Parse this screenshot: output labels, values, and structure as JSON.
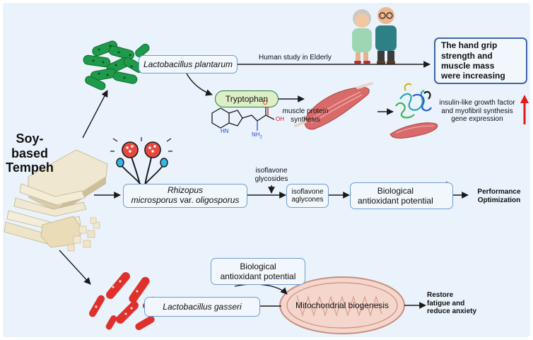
{
  "source": {
    "title_line1": "Soy-based",
    "title_line2": "Tempeh"
  },
  "bacteria": {
    "plantarum": "Lactobacillus plantarum",
    "rhizopus_line1": "Rhizopus",
    "rhizopus_line2_species": "microsporus",
    "rhizopus_line2_rest": " var. ",
    "rhizopus_line2_variety": "oligosporus",
    "gasseri": "Lactobacillus gasseri"
  },
  "labels": {
    "human_study": "Human study in Elderly",
    "tryptophan": "Tryptophan",
    "muscle_protein_line1": "muscle protein",
    "muscle_protein_line2": "synthesis",
    "igf_line1": "insulin-like growth factor",
    "igf_line2": "and myofibril synthesis",
    "igf_line3": "gene expression",
    "isoflavone_glycosides_line1": "isoflavone",
    "isoflavone_glycosides_line2": "glycosides",
    "isoflavone_aglycones_line1": "isoflavone",
    "isoflavone_aglycones_line2": "aglycones",
    "antioxidant_line1": "Biological",
    "antioxidant_line2": "antioxidant potential",
    "performance_line1": "Performance",
    "performance_line2": "Optimization",
    "antioxidant2_line1": "Biological",
    "antioxidant2_line2": "antioxidant potential",
    "mito": "Mitochondrial biogenesis",
    "restore_line1": "Restore",
    "restore_line2": "fatigue and",
    "restore_line3": "reduce anxiety",
    "outcome_line1": "The hand grip",
    "outcome_line2": "strength and",
    "outcome_line3": "muscle mass",
    "outcome_line4": "were increasing"
  },
  "chem": {
    "nh": "HN",
    "o": "O",
    "oh": "OH",
    "nh2": "NH",
    "nh2_sub": "2"
  },
  "colors": {
    "panel_bg": "#eaf3fb",
    "box_border": "#6f9ccf",
    "increase_arrow": "#e01b1b",
    "plantarum": "#1f9a4a",
    "gasseri": "#e0302b",
    "tryptophan_fill": "#dcefc7",
    "muscle": "#d96a6a",
    "mitochondrion": "#f4d6cc"
  },
  "icons": [
    "elderly-couple-icon",
    "bacteria-cluster-icon",
    "fungus-sporangia-icon",
    "tempeh-blocks-icon",
    "muscle-icon",
    "protein-structure-icon",
    "tryptophan-molecule-icon",
    "mitochondrion-icon",
    "increase-arrow-icon"
  ]
}
